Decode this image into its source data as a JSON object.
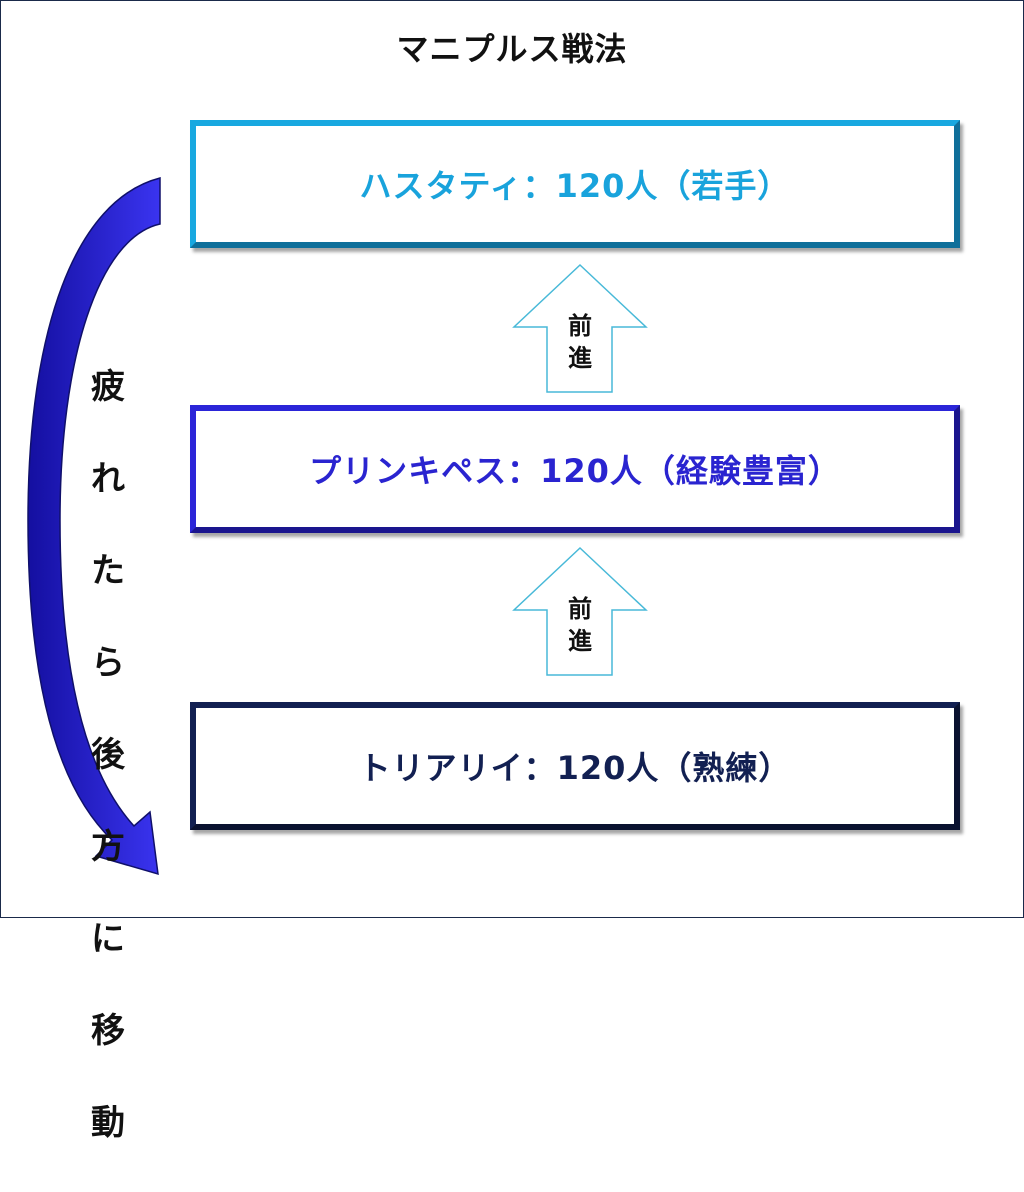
{
  "title": "マニプルス戦法",
  "units": [
    {
      "label": "ハスタティ：120人（若手）",
      "color": "#19a3dc"
    },
    {
      "label": "プリンキペス：120人（経験豊富）",
      "color": "#2a24d0"
    },
    {
      "label": "トリアリイ：120人（熟練）",
      "color": "#122052"
    }
  ],
  "arrows": [
    {
      "label_line1": "前",
      "label_line2": "進"
    },
    {
      "label_line1": "前",
      "label_line2": "進"
    }
  ],
  "side_note": {
    "chars": [
      "疲",
      "れ",
      "た",
      "ら",
      "後",
      "方",
      "に",
      "移",
      "動"
    ],
    "arrow_color": "#2a22d6"
  }
}
